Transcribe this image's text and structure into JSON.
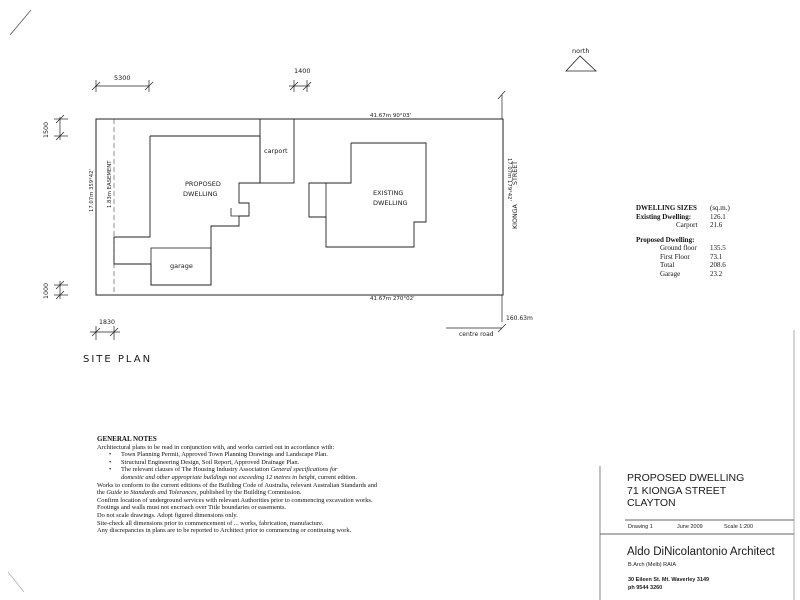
{
  "drawing": {
    "site_plan_label": "SITE PLAN",
    "north_label": "north",
    "dimensions": {
      "d5300": "5300",
      "d1400": "1400",
      "d1500": "1500",
      "d1000": "1000",
      "d1830": "1830",
      "top_boundary": "41.67m  90°03'",
      "bottom_boundary": "41.67m  270°02'",
      "left_boundary": "17.07m  359°42'",
      "easement": "1.83m EASEMENT",
      "right_boundary": "17.07m  179°42'",
      "centre_road_dist": "160.63m",
      "centre_road": "centre road"
    },
    "rooms": {
      "carport": "carport",
      "proposed_line1": "PROPOSED",
      "proposed_line2": "DWELLING",
      "garage": "garage",
      "existing_line1": "EXISTING",
      "existing_line2": "DWELLING",
      "street_line1": "KIONGA",
      "street_line2": "STREET"
    }
  },
  "dwelling_sizes": {
    "title": "DWELLING SIZES",
    "unit": "(sq.m.)",
    "existing_heading": "Existing Dwelling:",
    "existing_value": "126.1",
    "carport_label": "Carport",
    "carport_value": "21.6",
    "proposed_heading": "Proposed Dwelling:",
    "ground_label": "Ground floor",
    "ground_value": "135.5",
    "first_label": "First Floor",
    "first_value": "73.1",
    "total_label": "Total",
    "total_value": "208.6",
    "garage_label": "Garage",
    "garage_value": "23.2"
  },
  "general_notes": {
    "heading": "GENERAL NOTES",
    "intro": "Architectural plans to be read in conjunction with, and works carried out in accordance with:",
    "bullets": [
      "Town Planning Permit, Approved Town Planning Drawings and Landscape Plan.",
      "Structural Engineering Design, Soil Report, Approved Drainage Plan."
    ],
    "bullet3_a": "The relevant clauses of The Housing Industry Association ",
    "bullet3_b": "General specifications for",
    "bullet3_c": "domestic and other appropriate buildings not exceeding 12 metres in height,",
    "bullet3_d": " current edition.",
    "line_a": "Works to conform to the current editions of the Building Code of Australia, relevant Australian Standards and",
    "line_b1": "the ",
    "line_b2": "Guide to Standards and Tolerances,",
    "line_b3": " published by the  Building Commission.",
    "line_c": "Confirm location of underground services with relevant Authorities prior to commencing excavation works.",
    "line_d": "Footings and walls must not encroach over Title boundaries or easements.",
    "line_e": "Do not scale drawings. Adopt figured dimensions only.",
    "line_f": "Site-check all dimensions prior to commencement of  ...  works, fabrication, manufacture.",
    "line_g": "Any discrepancies in plans are to be reported to Architect prior to commencing or continuing work."
  },
  "title_block": {
    "project_line1": "PROPOSED DWELLING",
    "project_line2": "71 KIONGA STREET",
    "project_line3": "CLAYTON",
    "drawing_label": "Drawing  1",
    "date": "June 2009",
    "scale": "Scale 1:200",
    "architect": "Aldo DiNicolantonio  Architect",
    "qualifications": "B.Arch (Melb)  RAIA",
    "address": "30 Eileen St. Mt. Waverley 3149",
    "phone": "ph 9544 3260"
  }
}
